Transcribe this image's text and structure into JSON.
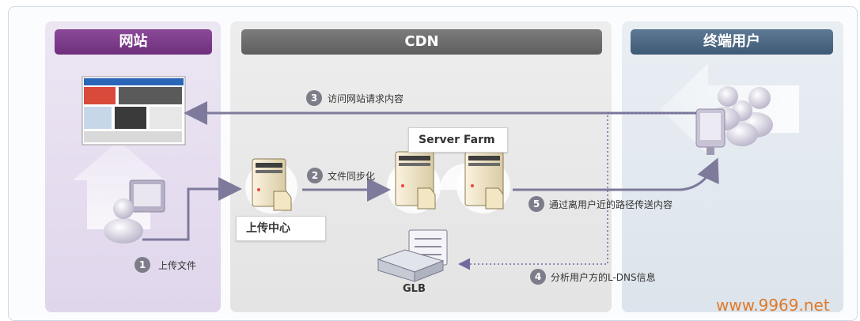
{
  "headers": {
    "website": "网站",
    "cdn": "CDN",
    "end_user": "终端用户"
  },
  "steps": [
    {
      "num": "1",
      "text": "上传文件"
    },
    {
      "num": "2",
      "text": "文件同步化"
    },
    {
      "num": "3",
      "text": "访问网站请求内容"
    },
    {
      "num": "4",
      "text": "分析用户方的L-DNS信息"
    },
    {
      "num": "5",
      "text": "通过离用户近的路径传送内容"
    }
  ],
  "nodes": {
    "upload_center": "上传中心",
    "server_farm": "Server Farm",
    "glb": "GLB"
  },
  "watermark": "www.9969.net",
  "colors": {
    "website": "#6e2f7d",
    "cdn": "#5e5e5e",
    "end_user": "#3f5a75",
    "arrow": "#7e7a9c",
    "watermark": "#e07a2a"
  }
}
